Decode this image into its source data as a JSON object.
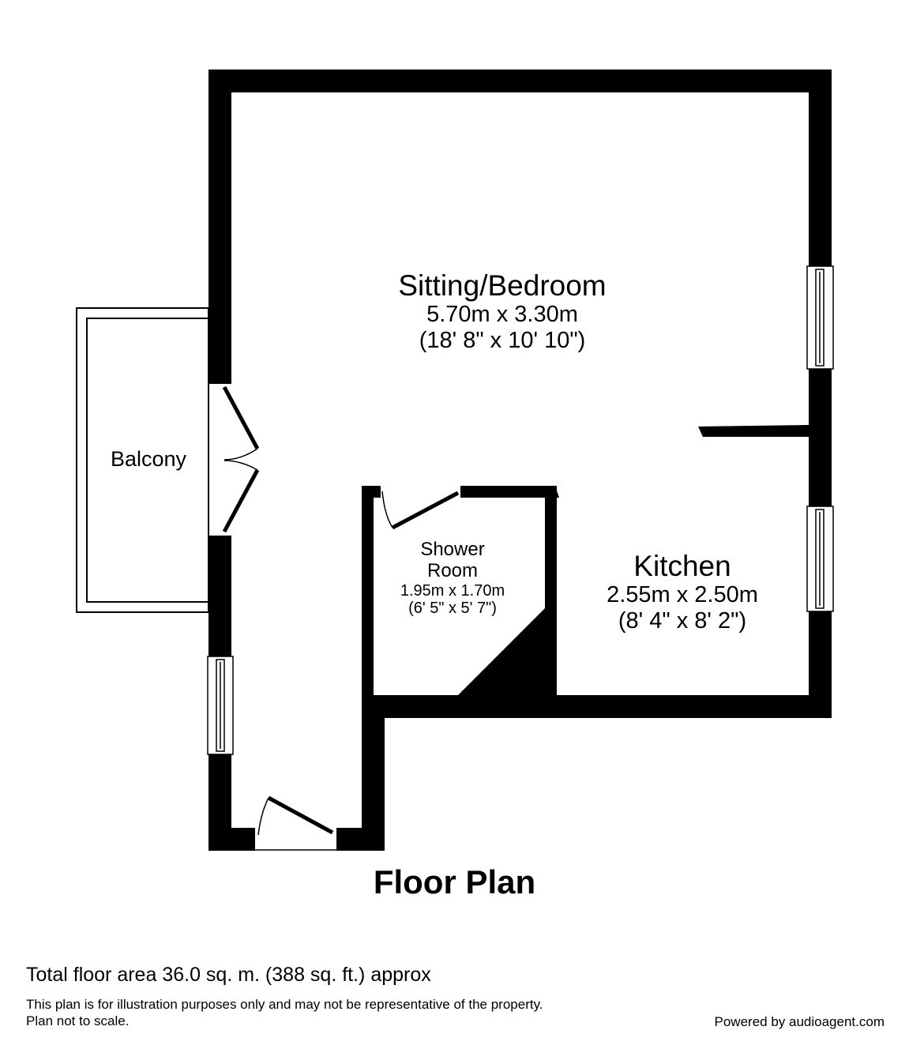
{
  "plan": {
    "title": "Floor Plan",
    "rooms": [
      {
        "name": "Sitting/Bedroom",
        "metric": "5.70m x 3.30m",
        "imperial": "(18' 8\" x 10' 10\")"
      },
      {
        "name": "Balcony"
      },
      {
        "name_line1": "Shower",
        "name_line2": "Room",
        "metric": "1.95m x 1.70m",
        "imperial": "(6' 5\" x 5' 7\")"
      },
      {
        "name": "Kitchen",
        "metric": "2.55m x 2.50m",
        "imperial": "(8' 4\" x 8' 2\")"
      }
    ],
    "colors": {
      "wall": "#000000",
      "background": "#ffffff"
    }
  },
  "footer": {
    "total_area": "Total floor area 36.0 sq. m. (388 sq. ft.) approx",
    "disclaimer_line1": "This plan is for illustration purposes only and may not be representative of the property.",
    "disclaimer_line2": "Plan not to scale.",
    "powered_by": "Powered by audioagent.com"
  }
}
